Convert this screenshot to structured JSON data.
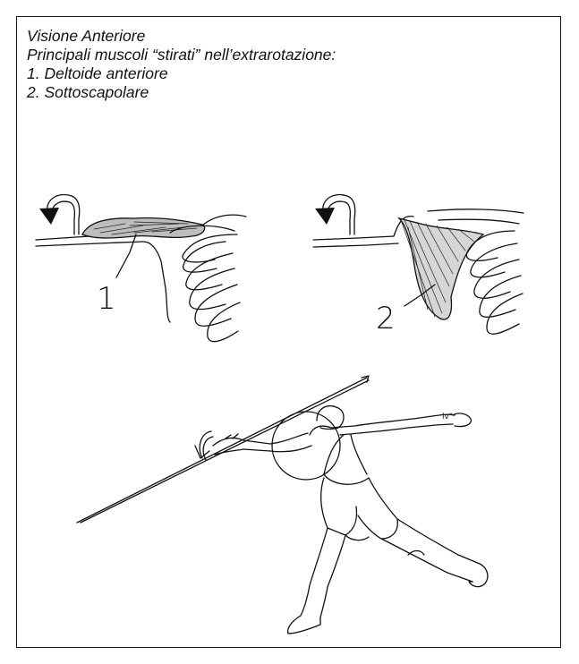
{
  "caption": {
    "line1": "Visione Anteriore",
    "line2": "Principali muscoli “stirati” nell’extrarotazione:",
    "line3": "1. Deltoide anteriore",
    "line4": "2. Sottoscapolare"
  },
  "figures": {
    "left_number": "1",
    "right_number": "2",
    "hand_mark": "lv\""
  },
  "icons": [
    "rotation-arrow-icon",
    "rotation-arrow-icon",
    "curved-rotation-arrow-icon"
  ]
}
